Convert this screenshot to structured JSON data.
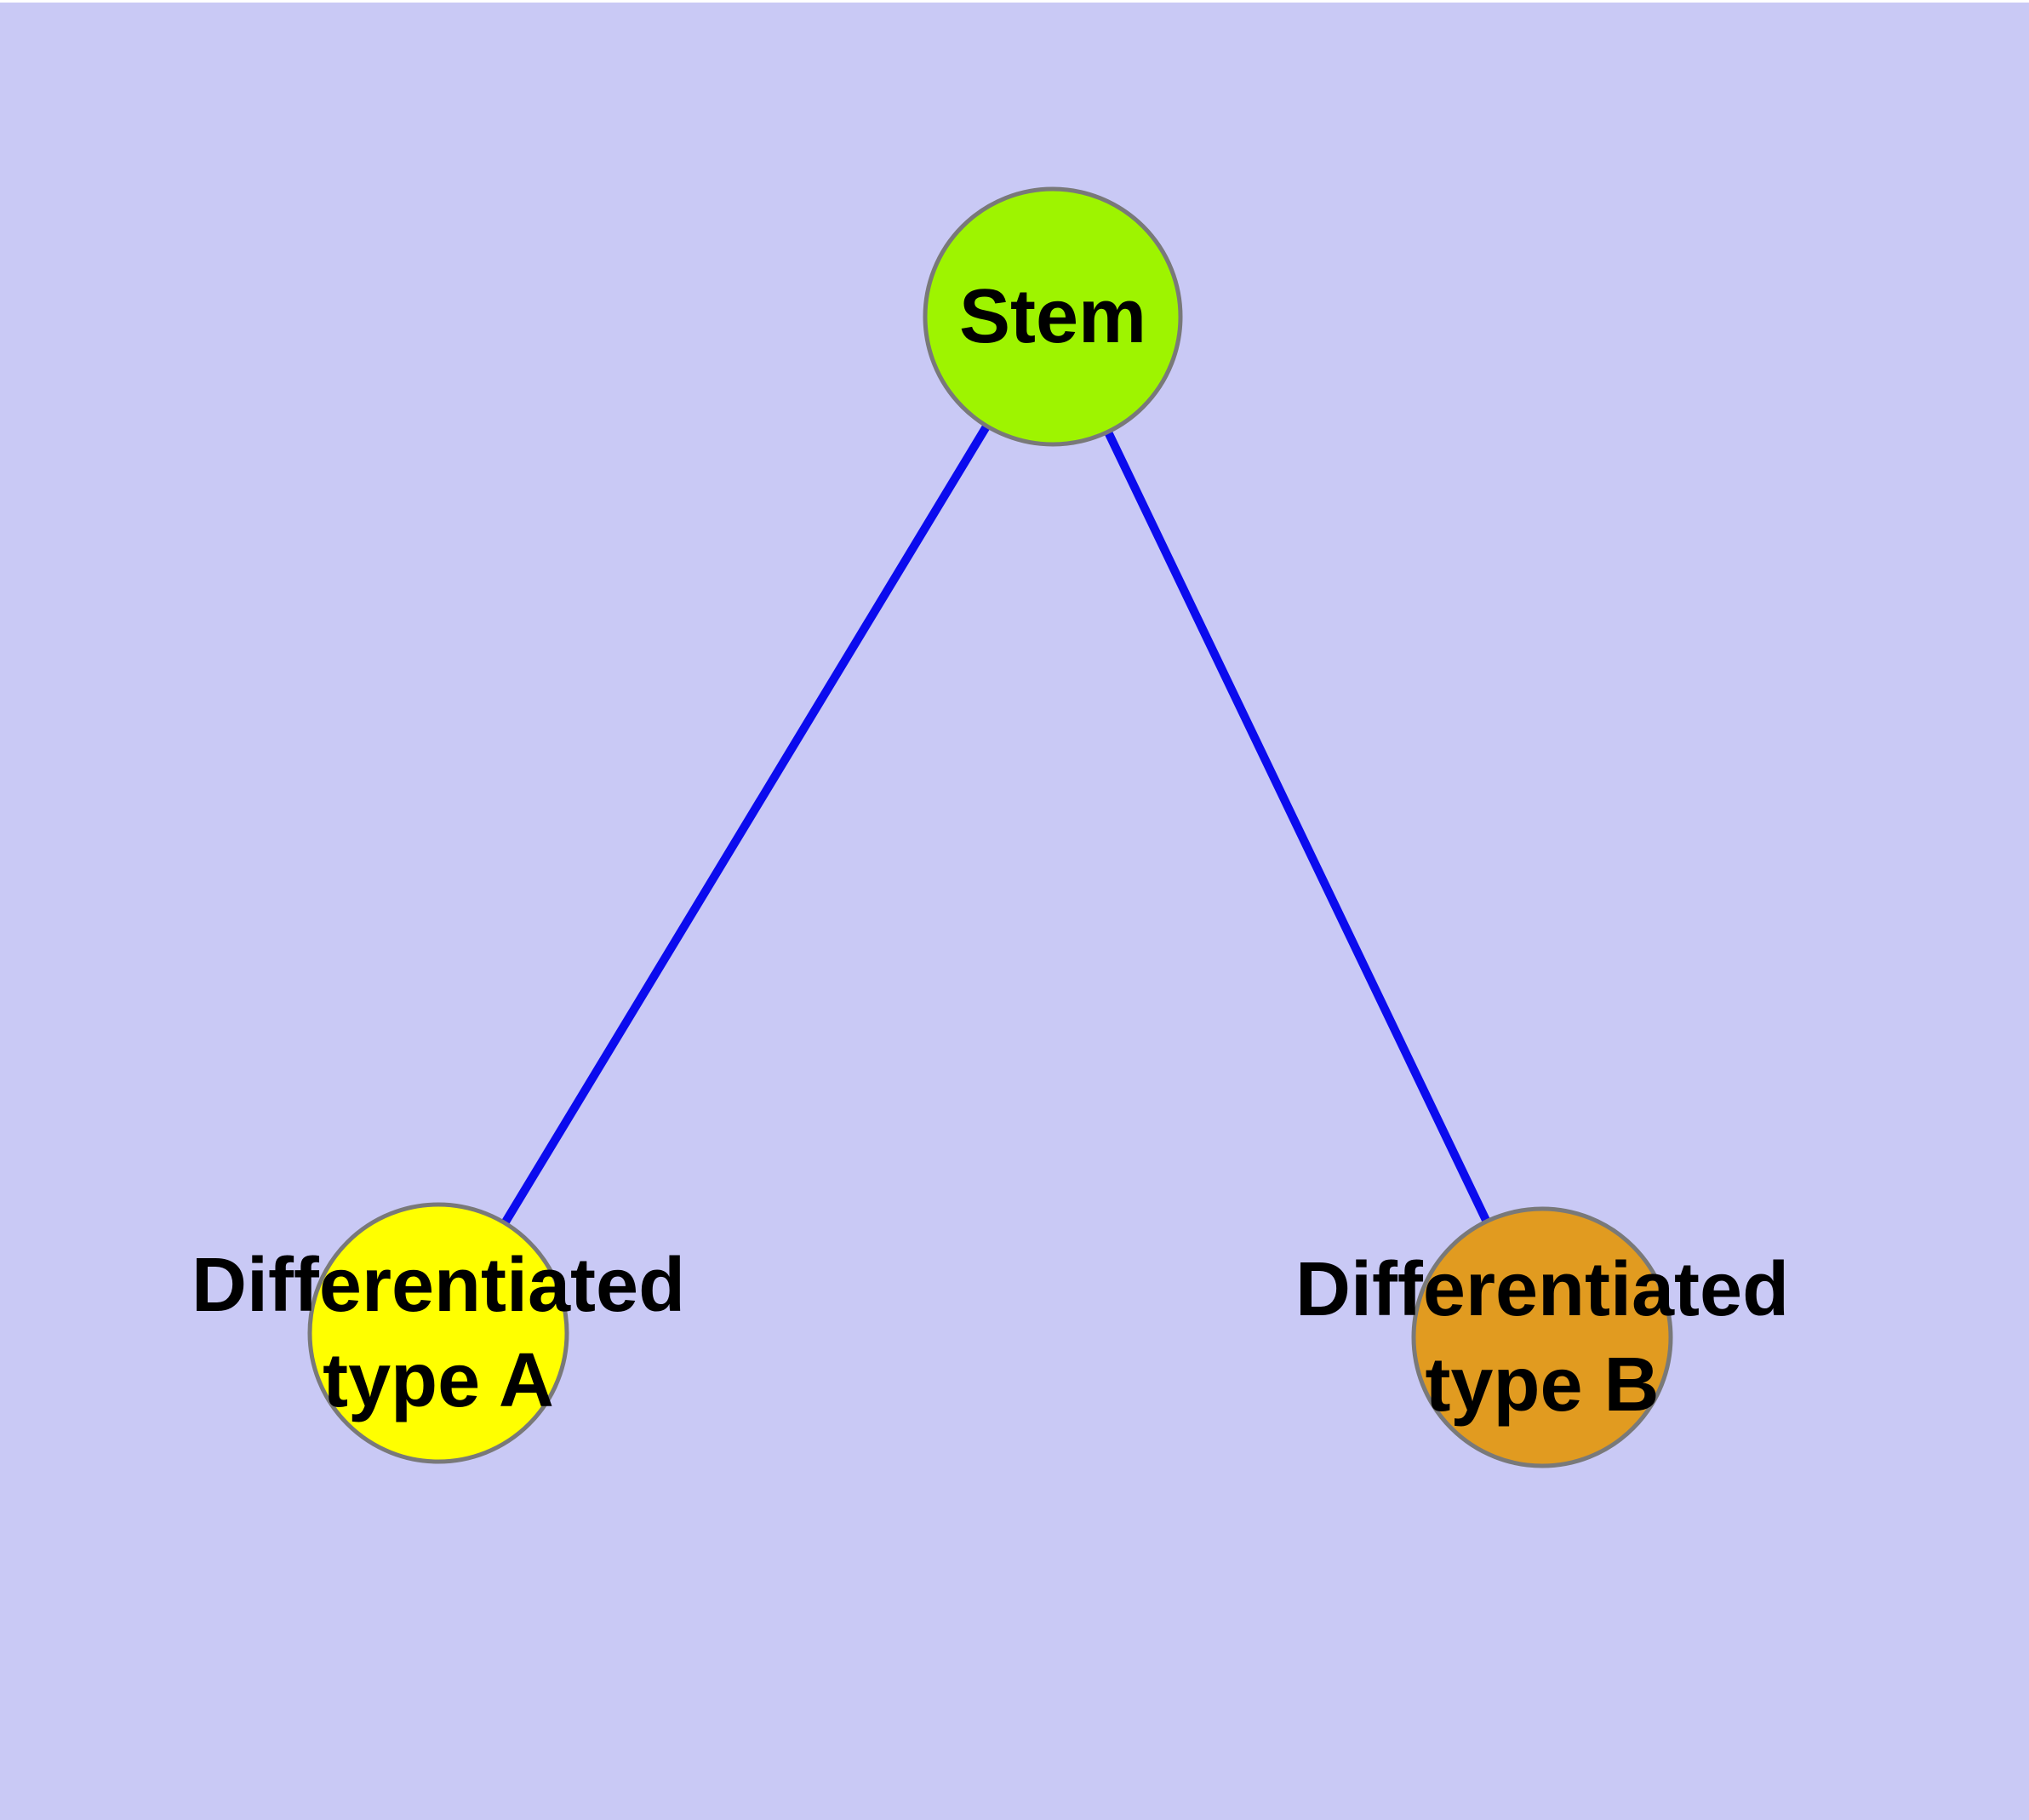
{
  "diagram": {
    "type": "graph",
    "background_color": "#c9c9f5",
    "top_strip_color": "#ffffff",
    "node_border_color": "#797979",
    "edge_color": "#0b0bee",
    "label_color": "#000000",
    "nodes": {
      "stem": {
        "label": "Stem",
        "fill": "#9ef400"
      },
      "type_a": {
        "label": "Differentiated\ntype A",
        "fill": "#ffff00"
      },
      "type_b": {
        "label": "Differentiated\ntype B",
        "fill": "#e19b20"
      }
    },
    "edges": [
      {
        "from": "Stem",
        "to": "Differentiated type A"
      },
      {
        "from": "Stem",
        "to": "Differentiated type B"
      }
    ]
  }
}
